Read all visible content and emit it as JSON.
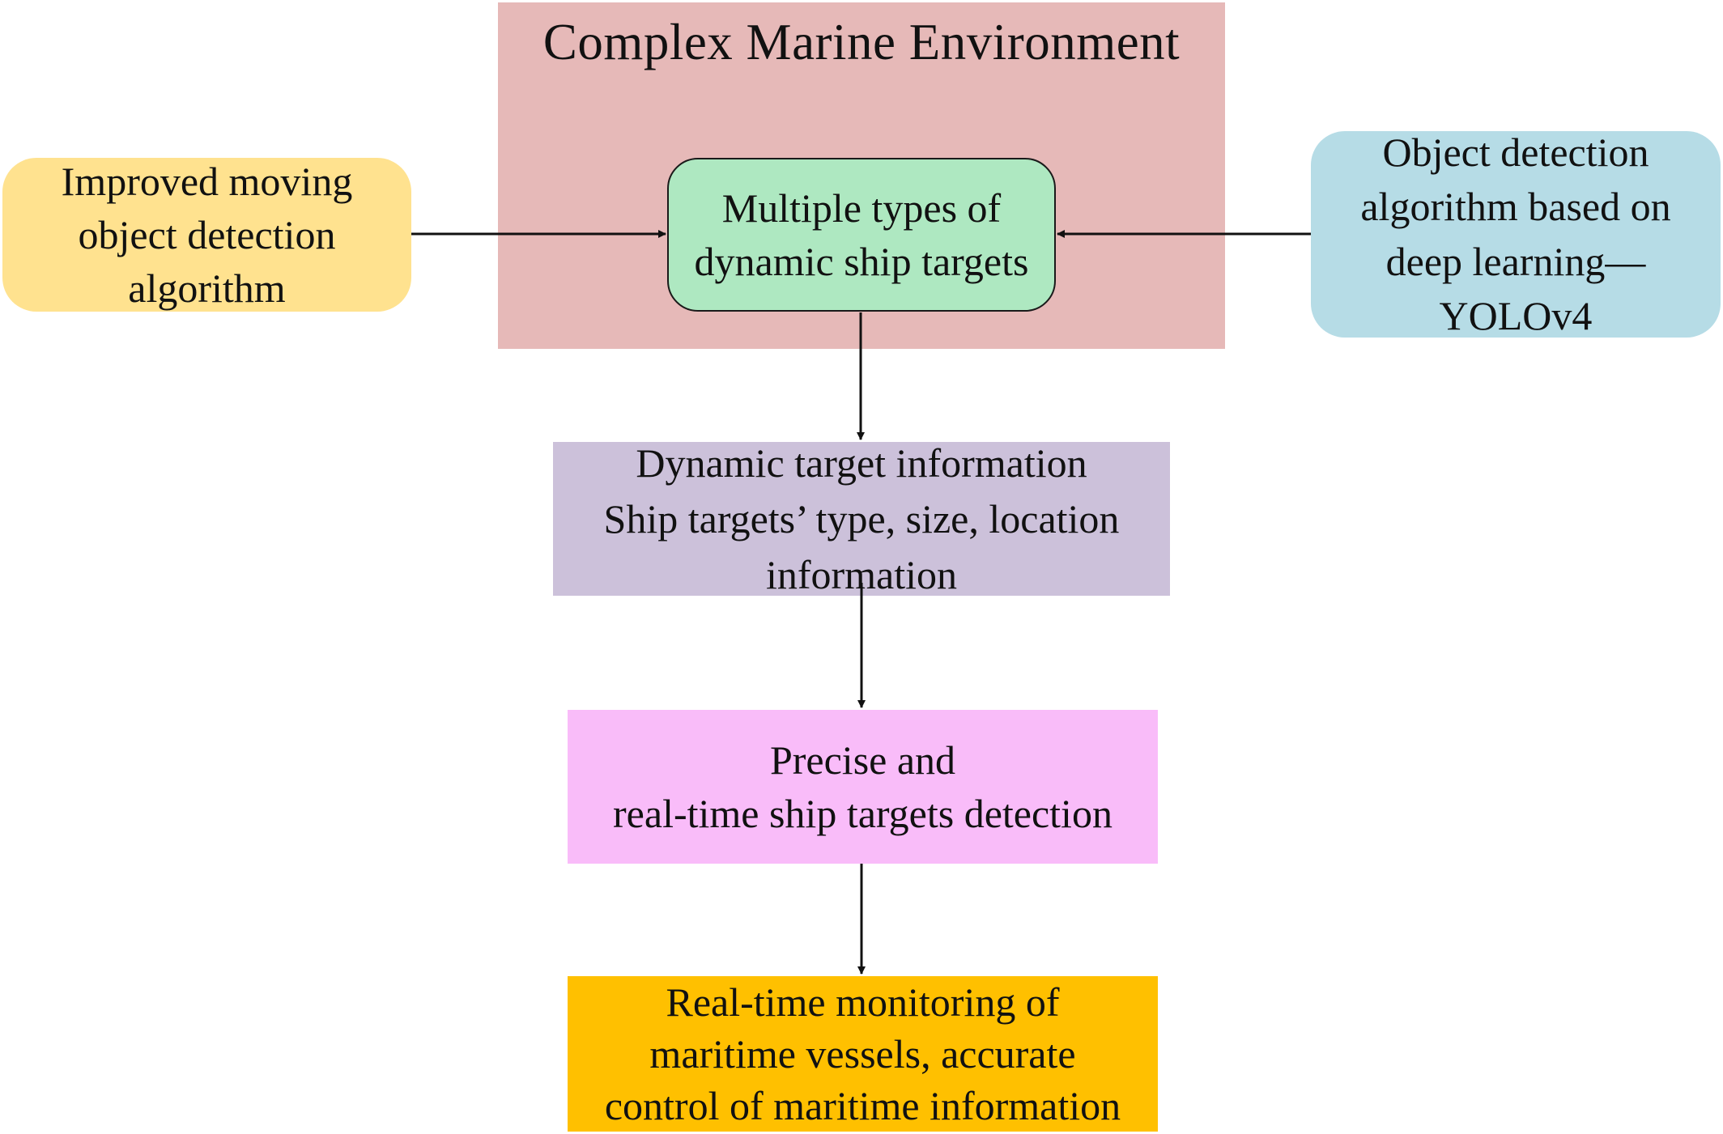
{
  "diagram": {
    "environment_label": "Complex Marine Environment",
    "left_method": "Improved moving\nobject detection\nalgorithm",
    "center_targets": "Multiple types of\ndynamic ship targets",
    "right_method": "Object detection\nalgorithm based on\ndeep learning—\nYOLOv4",
    "target_info": "Dynamic target information\nShip targets’  type, size, location\ninformation",
    "detection": "Precise and\n real-time ship targets detection",
    "monitoring": "Real-time monitoring of\nmaritime vessels, accurate\ncontrol of maritime information"
  },
  "colors": {
    "environment": "#e6b9b8",
    "left_method": "#ffe28f",
    "center_targets": "#aee8c1",
    "right_method": "#b6dce6",
    "target_info": "#ccc1da",
    "detection": "#f9bcf9",
    "monitoring": "#ffc000"
  }
}
